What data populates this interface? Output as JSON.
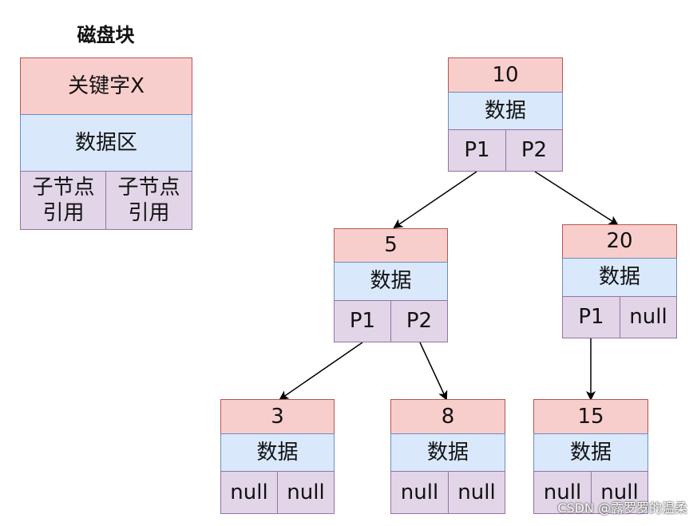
{
  "legend": {
    "title": "磁盘块",
    "key_label": "关键字X",
    "data_label": "数据区",
    "left_ptr_label": "子节点\n引用",
    "right_ptr_label": "子节点\n引用"
  },
  "nodes": {
    "n10": {
      "key": "10",
      "data": "数据",
      "p1": "P1",
      "p2": "P2"
    },
    "n5": {
      "key": "5",
      "data": "数据",
      "p1": "P1",
      "p2": "P2"
    },
    "n20": {
      "key": "20",
      "data": "数据",
      "p1": "P1",
      "p2": "null"
    },
    "n3": {
      "key": "3",
      "data": "数据",
      "p1": "null",
      "p2": "null"
    },
    "n8": {
      "key": "8",
      "data": "数据",
      "p1": "null",
      "p2": "null"
    },
    "n15": {
      "key": "15",
      "data": "数据",
      "p1": "null",
      "p2": "null"
    }
  },
  "edges": [
    {
      "from": "n10.p1",
      "to": "n5"
    },
    {
      "from": "n10.p2",
      "to": "n20"
    },
    {
      "from": "n5.p1",
      "to": "n3"
    },
    {
      "from": "n5.p2",
      "to": "n8"
    },
    {
      "from": "n20.p1",
      "to": "n15"
    }
  ],
  "watermark": "CSDN @露罗罗的温柔",
  "colors": {
    "key_fill": "#f8cecc",
    "key_border": "#b85450",
    "data_fill": "#dae8fc",
    "data_border": "#6c8ebf",
    "ptr_fill": "#e1d5e7",
    "ptr_border": "#9673a6"
  }
}
